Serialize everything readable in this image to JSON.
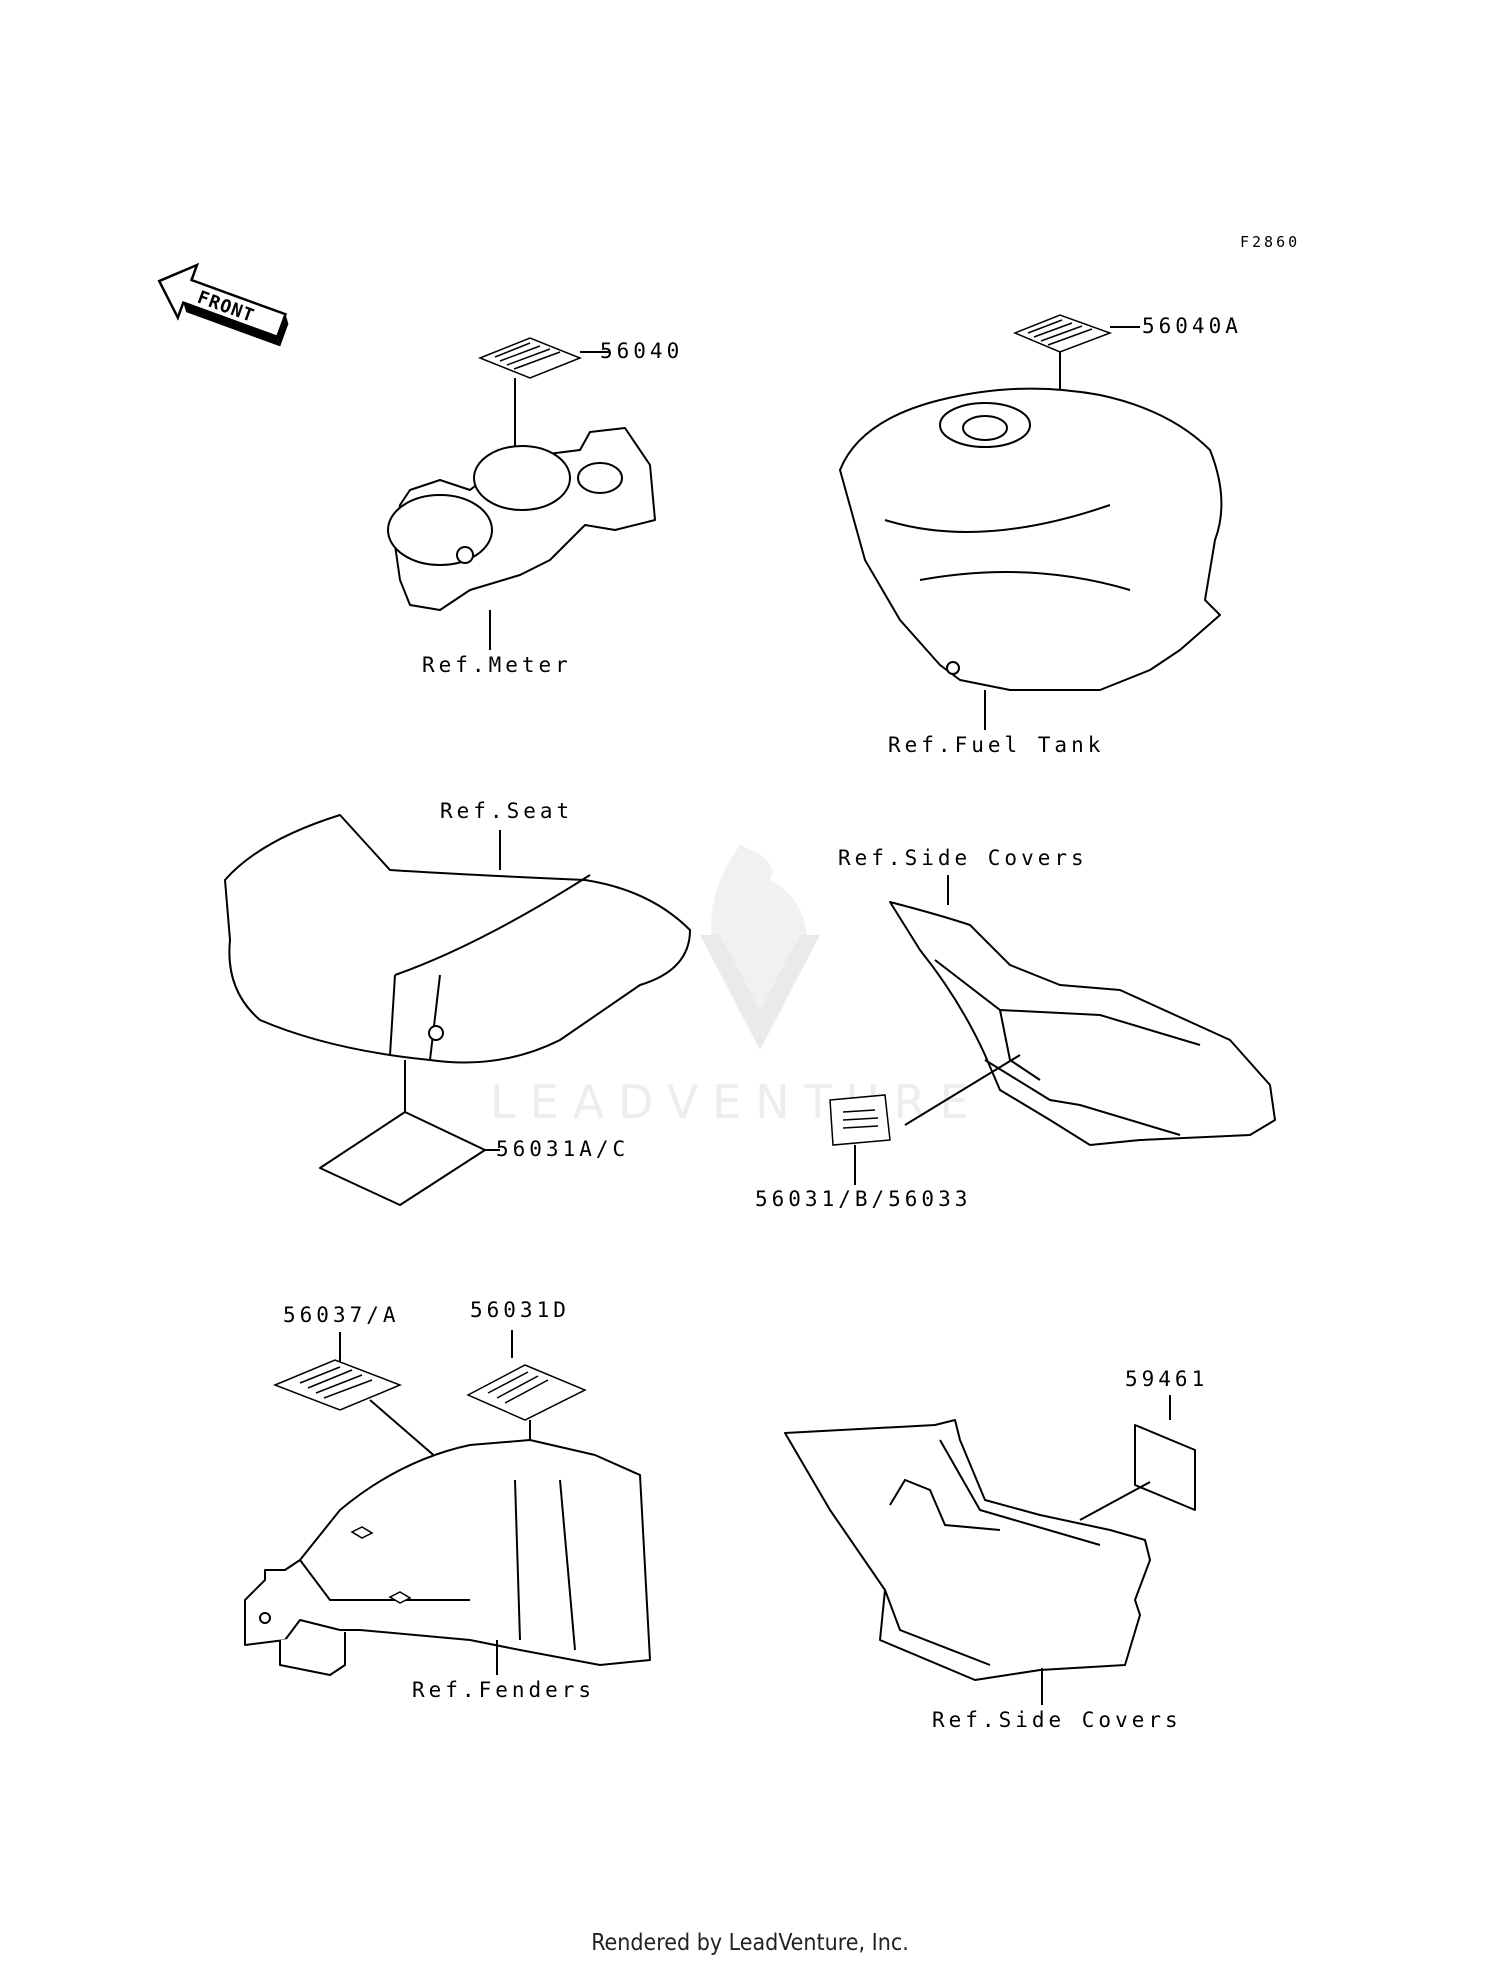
{
  "figure_code": "F2860",
  "front_arrow_label": "FRONT",
  "watermark_text": "LEADVENTURE",
  "footer_text": "Rendered by LeadVenture, Inc.",
  "parts": {
    "p56040": "56040",
    "p56040A": "56040A",
    "p56031AC": "56031A/C",
    "p56031B56033": "56031/B/56033",
    "p56037A": "56037/A",
    "p56031D": "56031D",
    "p59461": "59461"
  },
  "refs": {
    "meter": "Ref.Meter",
    "fuel_tank": "Ref.Fuel Tank",
    "seat": "Ref.Seat",
    "side_covers_top": "Ref.Side Covers",
    "fenders": "Ref.Fenders",
    "side_covers_bottom": "Ref.Side Covers"
  }
}
